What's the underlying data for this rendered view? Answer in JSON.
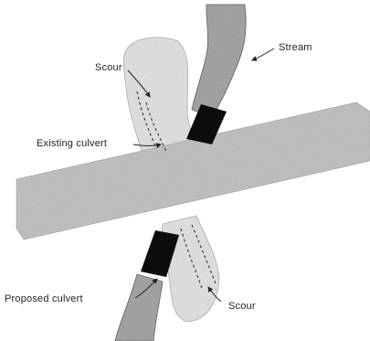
{
  "labels": {
    "stream": "Stream",
    "scour_top": "Scour",
    "existing_culvert": "Existing culvert",
    "proposed_culvert": "Proposed culvert",
    "scour_bottom": "Scour"
  },
  "colors": {
    "road": "#bdbdbd",
    "stream": "#9a9a9a",
    "scour_zone": "#e2e2e2",
    "culvert": "#0c0c0c",
    "ink": "#222222"
  }
}
